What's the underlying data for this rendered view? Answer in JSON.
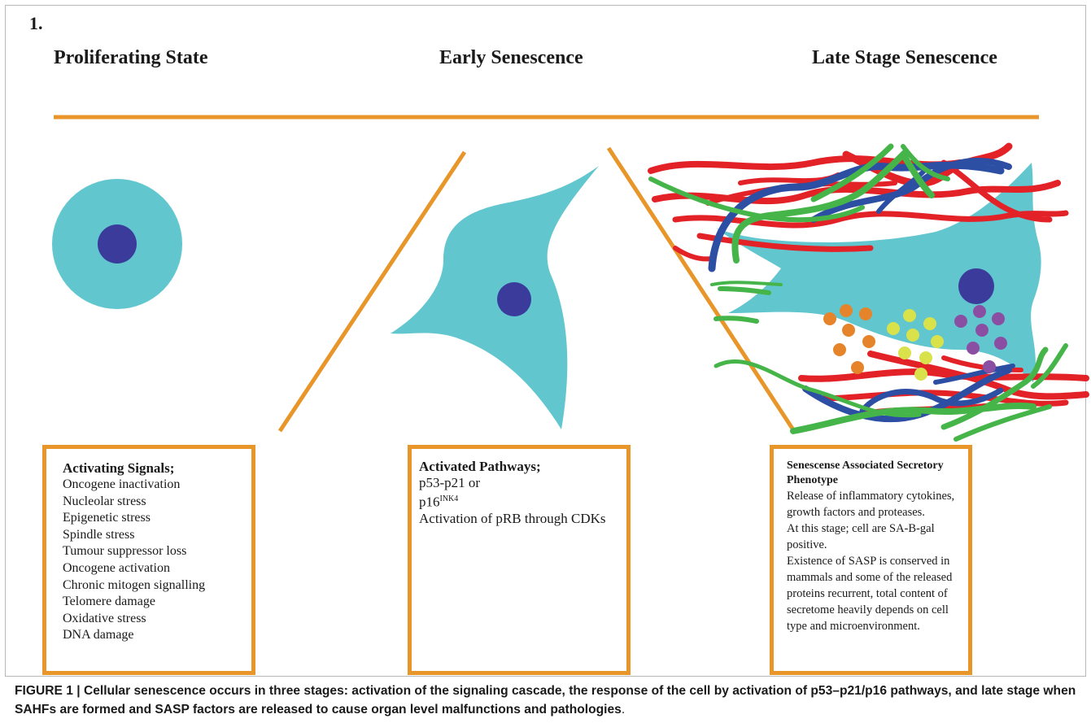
{
  "figure_number": "1.",
  "stages": [
    {
      "title": "Proliferating State"
    },
    {
      "title": "Early Senescence"
    },
    {
      "title": "Late Stage Senescence"
    }
  ],
  "boxes": {
    "activating": {
      "heading": "Activating Signals;",
      "items": [
        "Oncogene inactivation",
        "Nucleolar stress",
        "Epigenetic stress",
        "Spindle stress",
        "Tumour suppressor loss",
        "Oncogene activation",
        "Chronic mitogen signalling",
        "Telomere damage",
        "Oxidative stress",
        "DNA damage"
      ]
    },
    "pathways": {
      "heading": "Activated Pathways;",
      "line1": "p53-p21 or",
      "line2_main": "p16",
      "line2_sup": "INK4",
      "line3": "Activation of pRB through CDKs"
    },
    "sasp": {
      "heading_line1": "Senescense Associated Secretory",
      "heading_line2": "Phenotype",
      "items": [
        "Release of inflammatory cytokines,",
        "growth factors and proteases.",
        "At this stage; cell are SA-B-gal",
        "positive.",
        "Existence of SASP is conserved in",
        "mammals and some of the released",
        "proteins recurrent, total content of",
        "secretome heavily depends on cell",
        "type and microenvironment."
      ]
    }
  },
  "caption": {
    "label": "FIGURE 1",
    "separator": " | ",
    "text": "Cellular senescence occurs in three stages: activation of the signaling cascade, the response of the cell by activation of p53–p21/p16 pathways, and late stage when SAHFs are formed and SASP factors are released to cause organ level malfunctions and pathologies",
    "end": "."
  },
  "colors": {
    "divider": "#e8962a",
    "cytoplasm": "#62c6cf",
    "nucleus": "#3a3b9b",
    "fiber_red": "#e32228",
    "fiber_blue": "#2d4fa3",
    "fiber_green": "#46b549",
    "dot_orange": "#e5842a",
    "dot_yellow": "#d9e24a",
    "dot_purple": "#8a4fa3"
  }
}
